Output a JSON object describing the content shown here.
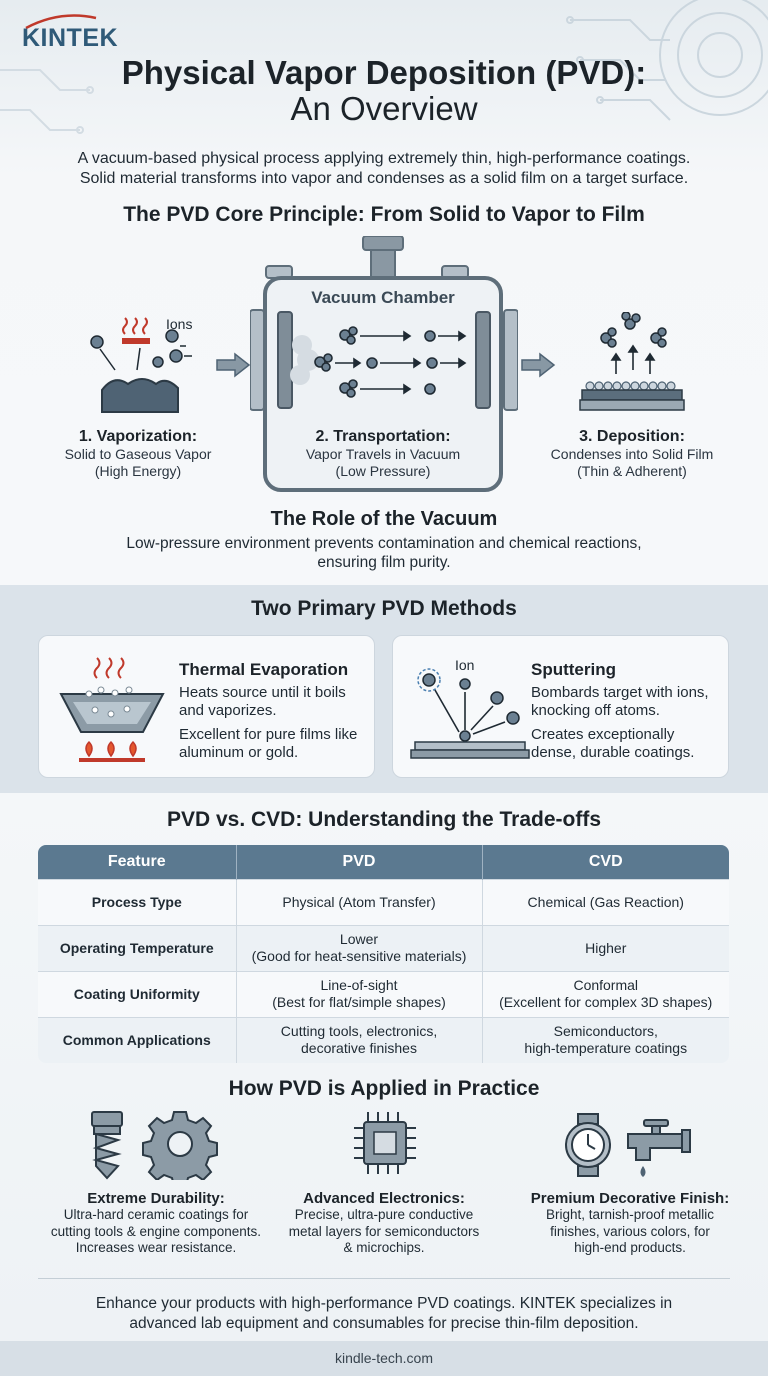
{
  "brand": {
    "logo": "KINTEK"
  },
  "header": {
    "title_line1": "Physical Vapor Deposition (PVD):",
    "title_line2": "An Overview",
    "intro_line1": "A vacuum-based physical process applying extremely thin, high-performance coatings.",
    "intro_line2": "Solid material transforms into vapor and condenses as a solid film on a target surface."
  },
  "principle": {
    "heading": "The PVD Core Principle: From Solid to Vapor to Film",
    "chamber_label": "Vacuum Chamber",
    "ions_label": "Ions",
    "steps": [
      {
        "title": "1. Vaporization:",
        "line1": "Solid to Gaseous Vapor",
        "line2": "(High Energy)"
      },
      {
        "title": "2. Transportation:",
        "line1": "Vapor Travels in Vacuum",
        "line2": "(Low Pressure)"
      },
      {
        "title": "3. Deposition:",
        "line1": "Condenses into Solid Film",
        "line2": "(Thin & Adherent)"
      }
    ],
    "vacuum_heading": "The Role of the Vacuum",
    "vacuum_line1": "Low-pressure environment prevents contamination and chemical reactions,",
    "vacuum_line2": "ensuring film purity."
  },
  "methods": {
    "heading": "Two Primary PVD Methods",
    "thermal": {
      "title": "Thermal Evaporation",
      "line1": "Heats source until it boils",
      "line2": "and vaporizes.",
      "line3": "Excellent for pure films like",
      "line4": "aluminum or gold."
    },
    "sputtering": {
      "title": "Sputtering",
      "ion_label": "Ion",
      "line1": "Bombards target with ions,",
      "line2": "knocking off atoms.",
      "line3": "Creates exceptionally",
      "line4": "dense, durable coatings."
    }
  },
  "comparison": {
    "heading": "PVD vs. CVD: Understanding the Trade-offs",
    "headers": [
      "Feature",
      "PVD",
      "CVD"
    ],
    "rows": [
      {
        "feature": "Process Type",
        "pvd1": "Physical (Atom Transfer)",
        "pvd2": "",
        "cvd1": "Chemical (Gas Reaction)",
        "cvd2": ""
      },
      {
        "feature": "Operating Temperature",
        "pvd1": "Lower",
        "pvd2": "(Good for heat-sensitive materials)",
        "cvd1": "Higher",
        "cvd2": ""
      },
      {
        "feature": "Coating Uniformity",
        "pvd1": "Line-of-sight",
        "pvd2": "(Best for flat/simple shapes)",
        "cvd1": "Conformal",
        "cvd2": "(Excellent for complex 3D shapes)"
      },
      {
        "feature": "Common Applications",
        "pvd1": "Cutting tools, electronics,",
        "pvd2": "decorative finishes",
        "cvd1": "Semiconductors,",
        "cvd2": "high-temperature coatings"
      }
    ]
  },
  "applications": {
    "heading": "How PVD is Applied in Practice",
    "items": [
      {
        "title": "Extreme Durability:",
        "line1": "Ultra-hard ceramic coatings for",
        "line2": "cutting tools & engine components.",
        "line3": "Increases wear resistance."
      },
      {
        "title": "Advanced Electronics:",
        "line1": "Precise, ultra-pure conductive",
        "line2": "metal layers for semiconductors",
        "line3": "& microchips."
      },
      {
        "title": "Premium Decorative Finish:",
        "line1": "Bright, tarnish-proof metallic",
        "line2": "finishes, various colors, for",
        "line3": "high-end products."
      }
    ]
  },
  "footer": {
    "line1": "Enhance your products with high-performance PVD coatings. KINTEK specializes in",
    "line2": "advanced lab equipment and consumables for precise thin-film deposition.",
    "url": "kindle-tech.com"
  }
}
